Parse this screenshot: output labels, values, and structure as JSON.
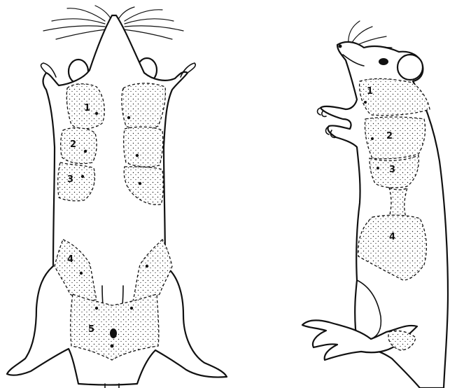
{
  "figure": {
    "ventral_view": {
      "gland_labels": [
        "1",
        "2",
        "3",
        "4",
        "5"
      ]
    },
    "lateral_view": {
      "gland_labels": [
        "1",
        "2",
        "3",
        "4"
      ]
    }
  }
}
